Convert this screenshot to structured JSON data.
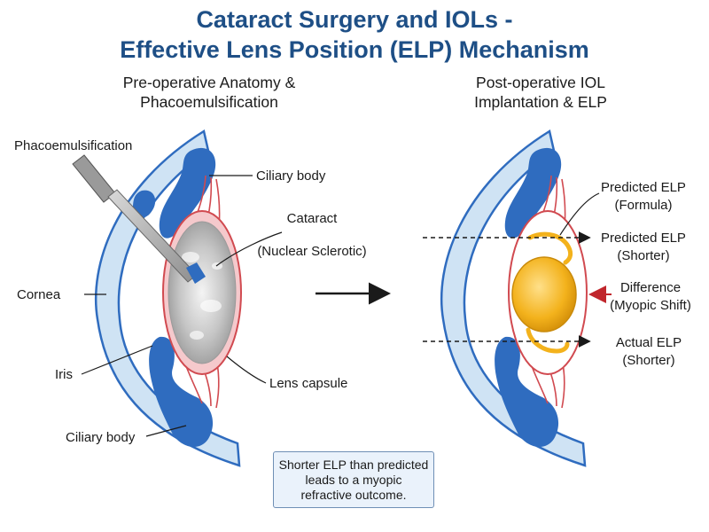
{
  "title": {
    "line1": "Cataract Surgery and IOLs -",
    "line2": "Effective Lens Position (ELP) Mechanism"
  },
  "left_panel": {
    "heading_line1": "Pre-operative Anatomy &",
    "heading_line2": "Phacoemulsification",
    "labels": {
      "phaco": "Phacoemulsification",
      "ciliary_top": "Ciliary body",
      "cataract_line1": "Cataract",
      "cataract_line2": "(Nuclear Sclerotic)",
      "cornea": "Cornea",
      "iris": "Iris",
      "lens_capsule": "Lens capsule",
      "ciliary_bottom": "Ciliary body"
    }
  },
  "right_panel": {
    "heading_line1": "Post-operative IOL",
    "heading_line2": "Implantation & ELP",
    "labels": {
      "pred_formula_line1": "Predicted ELP",
      "pred_formula_line2": "(Formula)",
      "pred_shorter_line1": "Predicted ELP",
      "pred_shorter_line2": "(Shorter)",
      "difference_line1": "Difference",
      "difference_line2": "(Myopic Shift)",
      "actual_line1": "Actual ELP",
      "actual_line2": "(Shorter)"
    }
  },
  "note": {
    "line1": "Shorter ELP than predicted",
    "line2": "leads to a myopic",
    "line3": "refractive outcome."
  },
  "colors": {
    "title": "#1e4f86",
    "tissue_blue": "#2f6cbf",
    "cornea_fill": "#cfe3f4",
    "zonule_red": "#d14a50",
    "iol_yellow": "#f3b21c",
    "note_bg": "#eaf2fb",
    "arrow_red": "#c0262c"
  }
}
